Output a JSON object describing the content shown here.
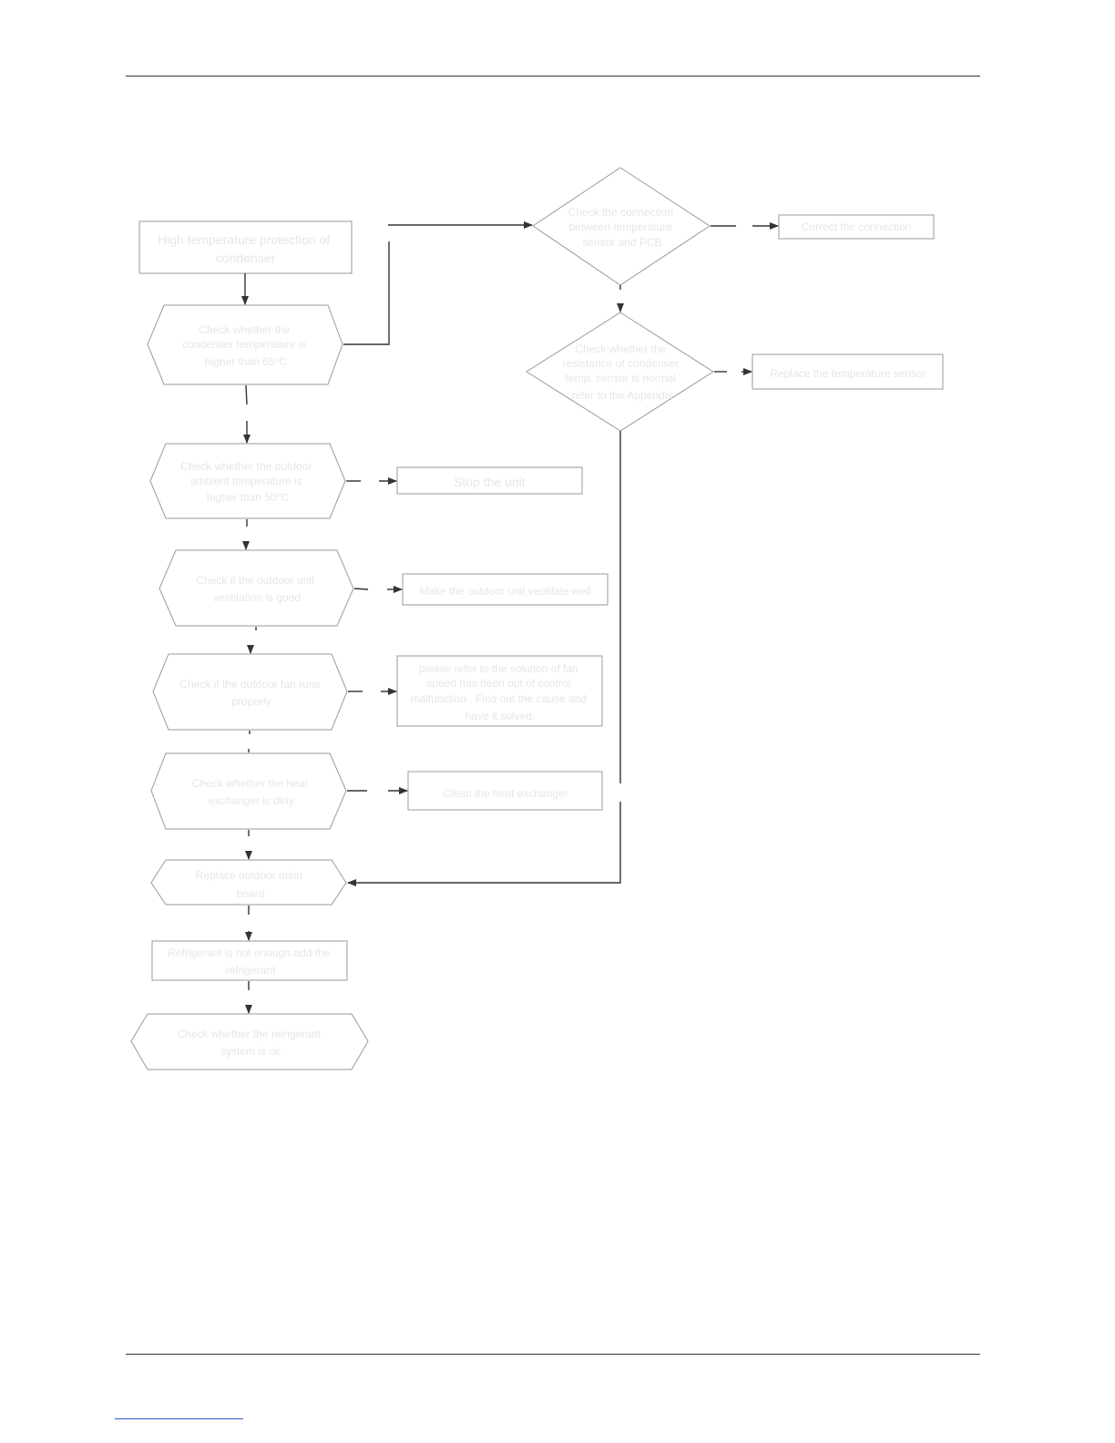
{
  "nodes": {
    "start": {
      "lines": [
        "High temperature protection of",
        "condenser"
      ]
    },
    "cond_temp": {
      "lines": [
        "Check whether the",
        "condenser temperature is",
        "higher  than 65°C"
      ]
    },
    "ambient": {
      "lines": [
        "Check whether the outdoor",
        "ambient temperature is",
        "higher than 50°C"
      ]
    },
    "stop": {
      "lines": [
        "Stop the unit"
      ]
    },
    "ventilation": {
      "lines": [
        "Check if the outdoor unit",
        "ventilation is good"
      ]
    },
    "ventilate": {
      "lines": [
        "Make the outdoor unit ventilate well"
      ]
    },
    "fan": {
      "lines": [
        "Check if the outdoor fan runs",
        "properly"
      ]
    },
    "fan_solution": {
      "lines": [
        "please refer to the solution of fan",
        "speed has been out of control",
        "malfunction . Find out the cause and",
        "have it solved."
      ]
    },
    "heat_ex": {
      "lines": [
        "Check whether the heat",
        "exchanger is dirty"
      ]
    },
    "clean": {
      "lines": [
        "Clean the heat exchanger"
      ]
    },
    "main_board": {
      "lines": [
        "Replace outdoor main",
        "board"
      ]
    },
    "refrigerant": {
      "lines": [
        "Refrigerant is not enough add the",
        "refrigerant"
      ]
    },
    "refrig_ok": {
      "lines": [
        "Check whether the reingerant",
        "system is ok"
      ]
    },
    "connection": {
      "lines": [
        "Check the connection",
        "between temperature",
        "sensor and PCB"
      ]
    },
    "correct": {
      "lines": [
        "Correct the connection"
      ]
    },
    "resistance": {
      "lines": [
        "Check whether the",
        "resistance of condenser",
        "temp. sensor is normal",
        "refer to the Appendix"
      ]
    },
    "replace_sensor": {
      "lines": [
        "Replace the temperature sensor"
      ]
    }
  }
}
